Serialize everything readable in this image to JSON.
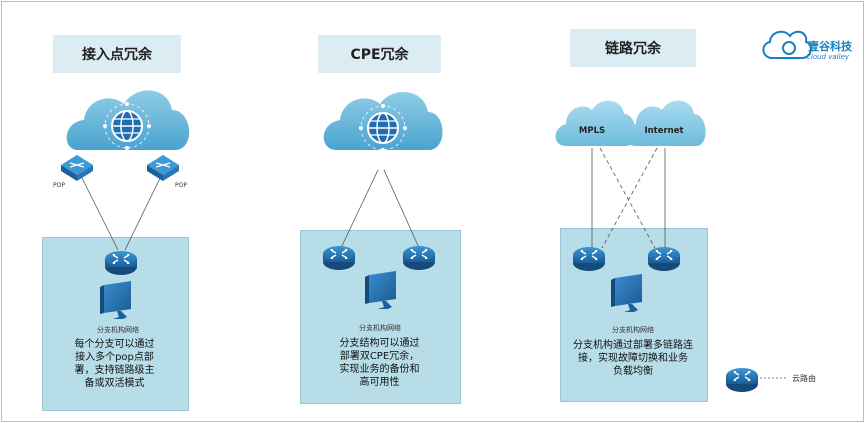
{
  "titles": {
    "left": "接入点冗余",
    "middle": "CPE冗余",
    "right": "链路冗余"
  },
  "logo": {
    "name": "壹谷科技",
    "tagline": "Cloud valley"
  },
  "left": {
    "pop_left": "POP",
    "pop_right": "POP",
    "branch_label": "分支机构网络",
    "description": [
      "每个分支可以通过",
      "接入多个pop点部",
      "署，支持链路级主",
      "备或双活模式"
    ]
  },
  "middle": {
    "branch_label": "分支机构网络",
    "description": [
      "分支结构可以通过",
      "部署双CPE冗余，",
      "实现业务的备份和",
      "高可用性"
    ]
  },
  "right": {
    "cloud_left": "MPLS",
    "cloud_right": "Internet",
    "branch_label": "分支机构网络",
    "description": [
      "分支机构通过部署多链路连",
      "接，实现故障切换和业务",
      "负载均衡"
    ]
  },
  "legend": {
    "router_label": "云路由"
  }
}
